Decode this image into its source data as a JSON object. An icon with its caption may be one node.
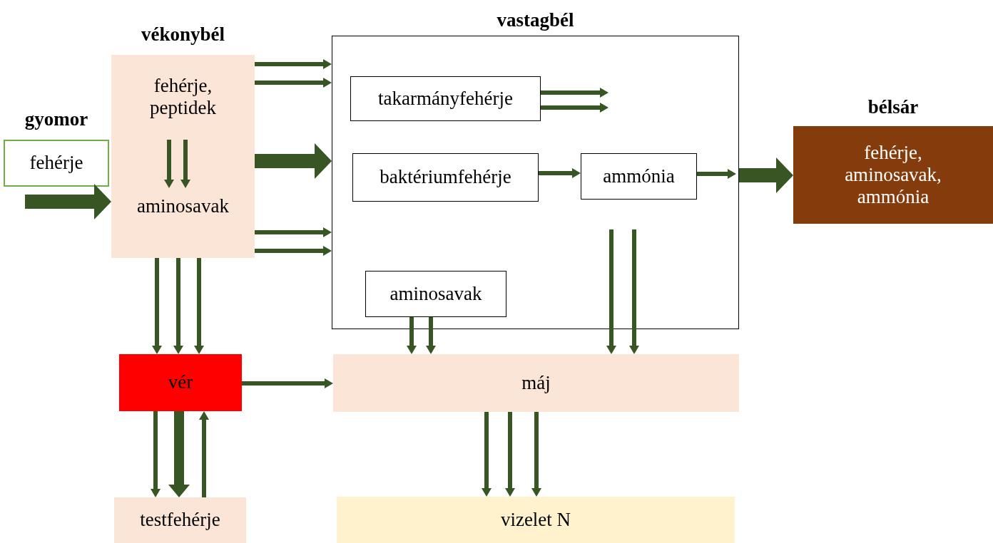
{
  "diagram": {
    "nodes": [
      {
        "text": [
          "gyomor",
          "fehérje"
        ]
      },
      {
        "text": [
          "vékonybél",
          "fehérje, peptidek",
          "aminosavak"
        ]
      },
      {
        "text": [
          "vastagbél"
        ]
      },
      {
        "text": [
          "takarmányfehérje"
        ],
        "in": 2
      },
      {
        "text": [
          "baktériumfehérje"
        ],
        "in": 2
      },
      {
        "text": [
          "ammónia"
        ],
        "in": 2
      },
      {
        "text": [
          "aminosavak"
        ],
        "in": 2
      },
      {
        "text": [
          "bélsár",
          "fehérje, aminosavak, ammónia"
        ]
      },
      {
        "text": [
          "vér"
        ]
      },
      {
        "text": [
          "máj"
        ]
      },
      {
        "text": [
          "testfehérje"
        ]
      },
      {
        "text": [
          "vizelet N"
        ]
      }
    ],
    "edges": [
      {
        "from": null,
        "to": 1,
        "arrow": "to",
        "style": "thick"
      },
      {
        "from": 1,
        "to": 2,
        "arrow": "to"
      },
      {
        "from": 1,
        "to": 2,
        "arrow": "to"
      },
      {
        "from": 1,
        "to": 2,
        "arrow": "to",
        "style": "thick"
      },
      {
        "from": 1,
        "to": 2,
        "arrow": "to"
      },
      {
        "from": 1,
        "to": 2,
        "arrow": "to"
      },
      {
        "from": 3,
        "to": null,
        "arrow": "to"
      },
      {
        "from": 3,
        "to": null,
        "arrow": "to"
      },
      {
        "from": 4,
        "to": 5,
        "arrow": "to"
      },
      {
        "from": 5,
        "to": null,
        "arrow": "to"
      },
      {
        "from": 2,
        "to": 7,
        "arrow": "to",
        "style": "thick"
      },
      {
        "from": 1,
        "to": 8,
        "arrow": "to"
      },
      {
        "from": 1,
        "to": 8,
        "arrow": "to"
      },
      {
        "from": 1,
        "to": 8,
        "arrow": "to"
      },
      {
        "from": 6,
        "to": 9,
        "arrow": "to"
      },
      {
        "from": 6,
        "to": 9,
        "arrow": "to"
      },
      {
        "from": null,
        "to": 9,
        "arrow": "to"
      },
      {
        "from": null,
        "to": 9,
        "arrow": "to"
      },
      {
        "from": 8,
        "to": 9,
        "arrow": "to"
      },
      {
        "from": 8,
        "to": 10,
        "arrow": "to"
      },
      {
        "from": 8,
        "to": 10,
        "arrow": "to",
        "style": "thick"
      },
      {
        "from": 10,
        "to": 8,
        "arrow": "to"
      },
      {
        "from": 9,
        "to": 11,
        "arrow": "to"
      },
      {
        "from": 9,
        "to": 11,
        "arrow": "to"
      },
      {
        "from": 9,
        "to": 11,
        "arrow": "to"
      }
    ]
  }
}
